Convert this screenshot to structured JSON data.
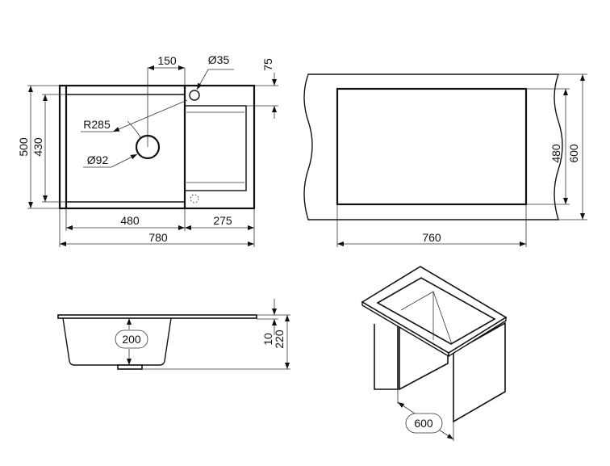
{
  "top_view": {
    "dim_150": "150",
    "dim_tap_hole": "Ø35",
    "dim_75": "75",
    "dim_500": "500",
    "dim_430": "430",
    "dim_radius": "R285",
    "dim_drain": "Ø92",
    "dim_480": "480",
    "dim_275": "275",
    "dim_780": "780"
  },
  "cutout_view": {
    "dim_600": "600",
    "dim_480": "480",
    "dim_760": "760"
  },
  "side_view": {
    "dim_200": "200",
    "dim_10": "10",
    "dim_220": "220"
  },
  "iso_view": {
    "dim_600": "600"
  }
}
